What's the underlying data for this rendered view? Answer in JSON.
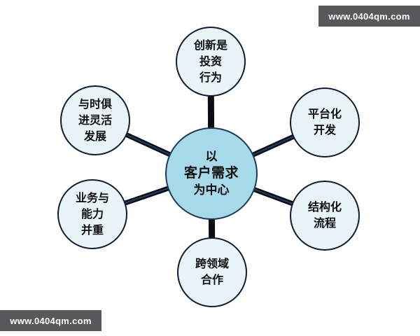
{
  "watermark": {
    "text": "www.0404qm.com"
  },
  "diagram": {
    "type": "radial-mind-map",
    "center": {
      "lines": [
        "以",
        "客户需求",
        "为中心"
      ]
    },
    "nodes": [
      {
        "id": "innovation-investment",
        "position": "top",
        "lines": [
          "创新是",
          "投资",
          "行为"
        ]
      },
      {
        "id": "platform-development",
        "position": "top-right",
        "lines": [
          "平台化",
          "开发"
        ]
      },
      {
        "id": "structured-process",
        "position": "bottom-right",
        "lines": [
          "结构化",
          "流程"
        ]
      },
      {
        "id": "cross-domain-cooperation",
        "position": "bottom",
        "lines": [
          "跨领域",
          "合作"
        ]
      },
      {
        "id": "business-capability",
        "position": "bottom-left",
        "lines": [
          "业务与",
          "能力",
          "并重"
        ]
      },
      {
        "id": "flexible-development",
        "position": "top-left",
        "lines": [
          "与时俱",
          "进灵活",
          "发展"
        ]
      }
    ],
    "colors": {
      "background": "#ffffff",
      "center_fill": "#a7dae8",
      "center_border": "#1c3a57",
      "node_fill": "#e8f4f8",
      "node_border": "#101d36",
      "connector": "#0c0c12",
      "connector_core": "#1d4067",
      "watermark_bg": "#58585a",
      "watermark_text": "#ffffff",
      "text": "#0e0e0e"
    }
  }
}
